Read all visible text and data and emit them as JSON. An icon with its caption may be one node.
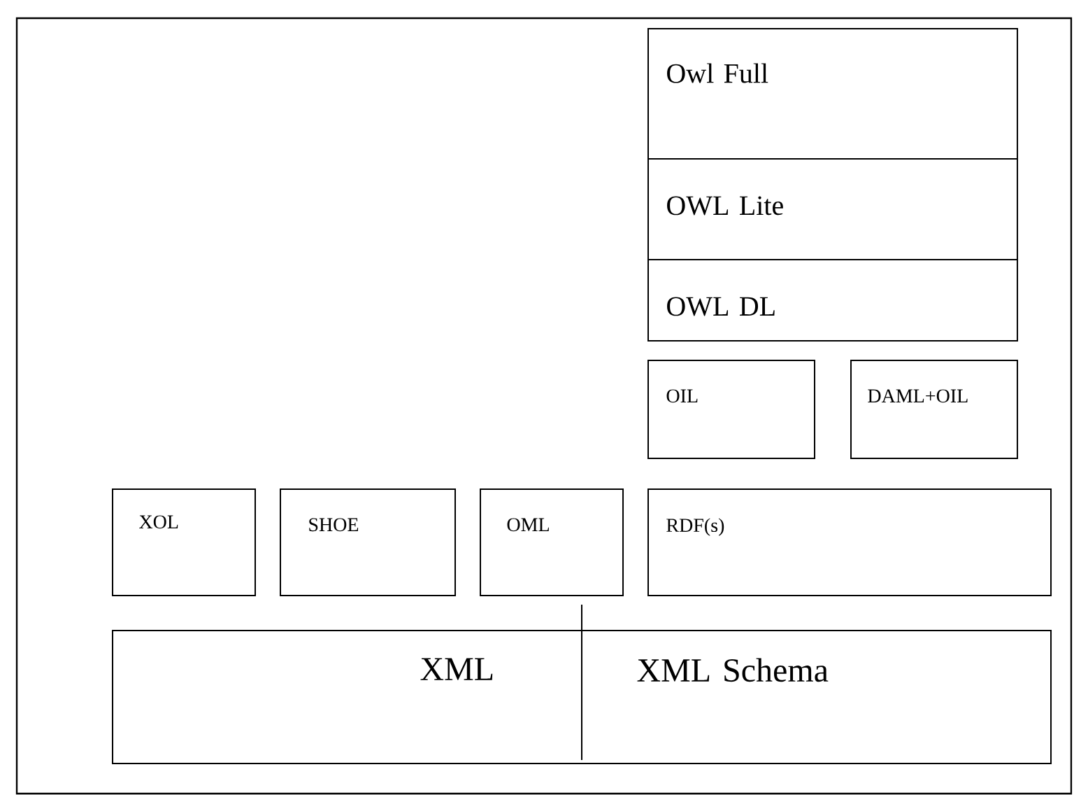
{
  "diagram": {
    "nodes": [
      {
        "text": [
          "Owl Full"
        ]
      },
      {
        "text": [
          "OWL Lite"
        ]
      },
      {
        "text": [
          "OWL DL"
        ]
      },
      {
        "text": [
          "OIL"
        ]
      },
      {
        "text": [
          "DAML+OIL"
        ]
      },
      {
        "text": [
          "XOL"
        ]
      },
      {
        "text": [
          "SHOE"
        ]
      },
      {
        "text": [
          "OML"
        ]
      },
      {
        "text": [
          "RDF(s)"
        ]
      },
      {
        "text": [
          "XML",
          "XML Schema"
        ]
      }
    ]
  }
}
